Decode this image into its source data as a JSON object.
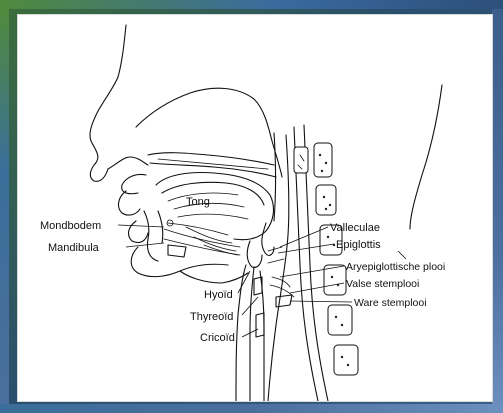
{
  "figure": {
    "labels": {
      "tong": "Tong",
      "mondbodem": "Mondbodem",
      "mandibula": "Mandibula",
      "hyoid": "Hyoïd",
      "thyreoid": "Thyreoïd",
      "cricoid": "Cricoïd",
      "valleculae": "Valleculae",
      "epiglottis": "Epiglottis",
      "aryepiglottische_plooi": "Aryepiglottische plooi",
      "valse_stemplooi": "Valse stemplooi",
      "ware_stemplooi": "Ware stemplooi"
    }
  },
  "colors": {
    "line": "#111111",
    "panel": "#ffffff",
    "frame_green": "#4f8a3c",
    "frame_blue": "#3a6aa0"
  }
}
